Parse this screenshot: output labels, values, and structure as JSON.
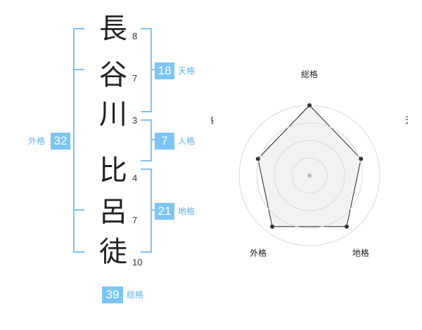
{
  "name": {
    "characters": [
      {
        "char": "長",
        "strokes": "8"
      },
      {
        "char": "谷",
        "strokes": "7"
      },
      {
        "char": "川",
        "strokes": "3"
      },
      {
        "char": "比",
        "strokes": "4"
      },
      {
        "char": "呂",
        "strokes": "7"
      },
      {
        "char": "徒",
        "strokes": "10"
      }
    ]
  },
  "fortunes": {
    "tenkaku": {
      "value": "18",
      "label": "天格"
    },
    "jinkaku": {
      "value": "7",
      "label": "人格"
    },
    "chikaku": {
      "value": "21",
      "label": "地格"
    },
    "gaikaku": {
      "value": "32",
      "label": "外格"
    },
    "soukaku": {
      "value": "39",
      "label": "総格"
    }
  },
  "radar": {
    "axes": [
      "総格",
      "天格",
      "地格",
      "外格",
      "人格"
    ],
    "values": [
      1.0,
      0.77,
      0.9,
      0.9,
      0.77
    ],
    "rings": 4,
    "colors": {
      "fill": "#f2f2f2",
      "ring": "#d9d9d9",
      "line": "#222222",
      "point": "#333333",
      "center": "#bbbbbb"
    }
  },
  "colors": {
    "accent": "#7cc4f4",
    "accent_text": "#58b4ee"
  }
}
